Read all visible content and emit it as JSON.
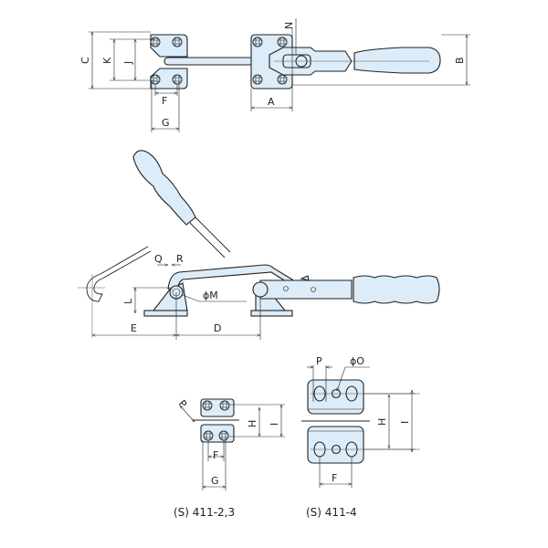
{
  "title": "Horizontal latch type toggle clamp dimension drawing",
  "colors": {
    "part_fill": "#dcecf8",
    "line": "#222222"
  },
  "top_view": {
    "labels": {
      "C": "C",
      "K": "K",
      "J": "J",
      "F": "F",
      "G": "G",
      "A": "A",
      "B": "B",
      "N": "N"
    }
  },
  "side_view": {
    "labels": {
      "Q": "Q",
      "R": "R",
      "M": "ϕM",
      "L": "L",
      "E": "E",
      "D": "D"
    }
  },
  "variant_small": {
    "caption": "(S) 411-2,3",
    "labels": {
      "P": "P",
      "H": "H",
      "I": "I",
      "F": "F",
      "G": "G"
    }
  },
  "variant_large": {
    "caption": "(S) 411-4",
    "labels": {
      "P": "P",
      "O": "ϕO",
      "H": "H",
      "I": "I",
      "F": "F"
    }
  }
}
